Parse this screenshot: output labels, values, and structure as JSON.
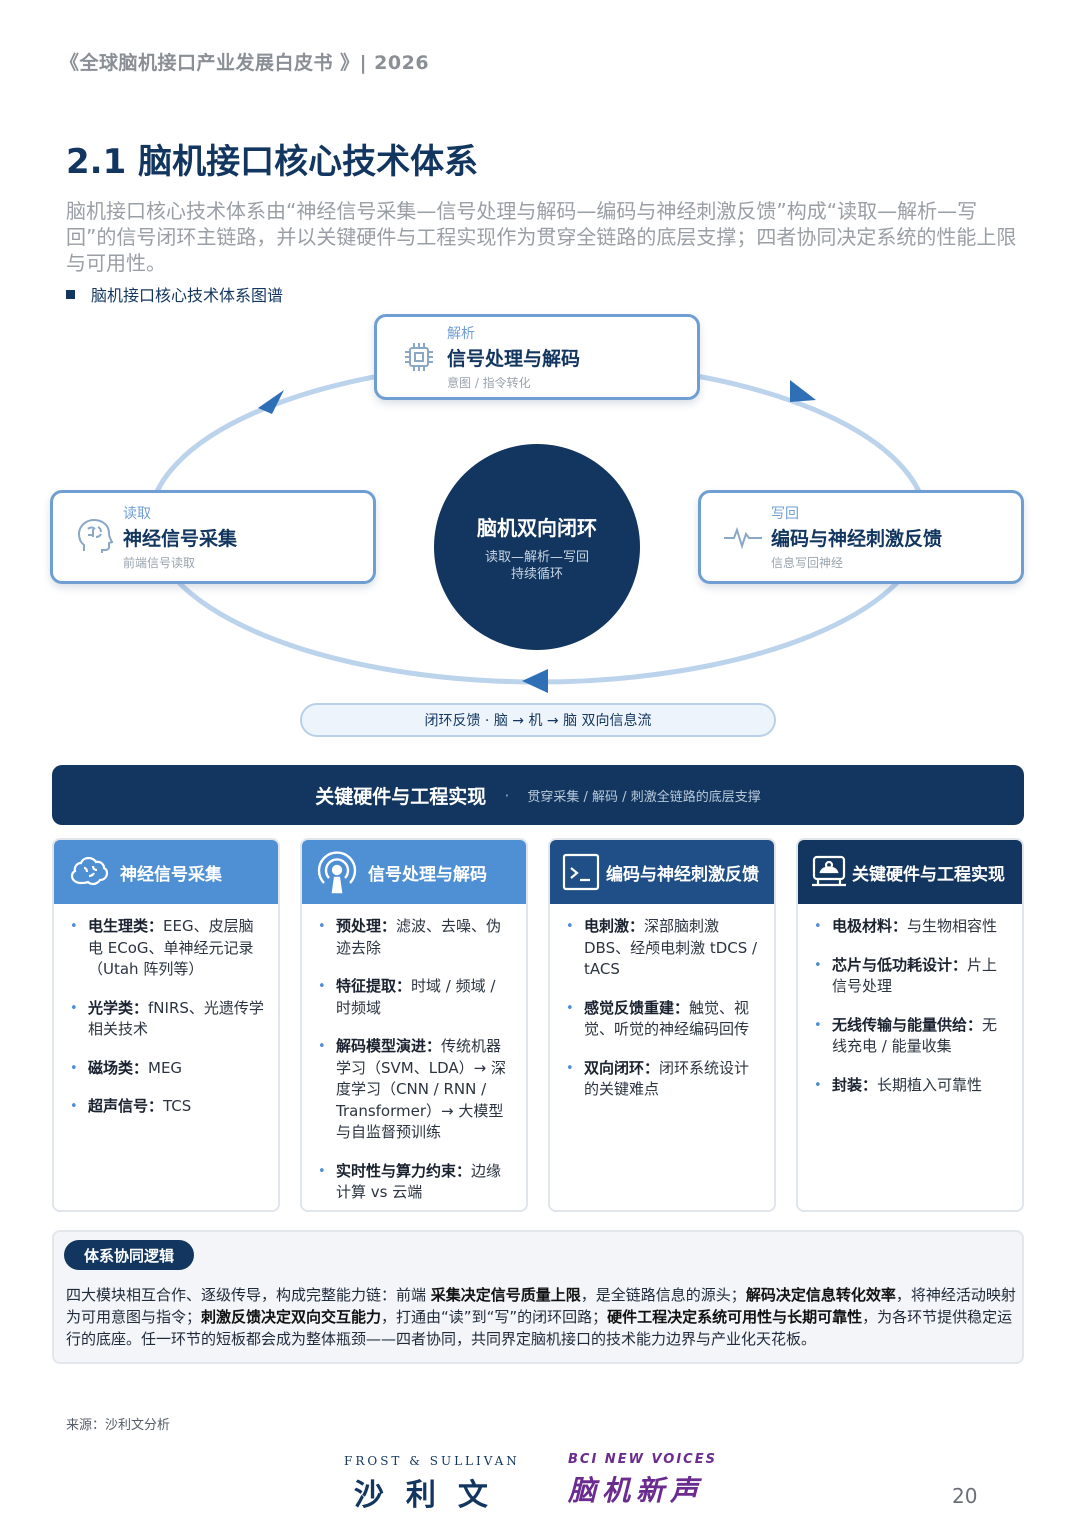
{
  "header": {
    "text": "《全球脑机接口产业发展白皮书 》| 2026"
  },
  "title": "2.1 脑机接口核心技术体系",
  "intro": "脑机接口核心技术体系由“神经信号采集—信号处理与解码—编码与神经刺激反馈”构成“读取—解析—写回”的信号闭环主链路，并以关键硬件与工程实现作为贯穿全链路的底层支撑；四者协同决定系统的性能上限与可用性。",
  "figure_caption": "脑机接口核心技术体系图谱",
  "diagram": {
    "top": {
      "tag": "解析",
      "name": "信号处理与解码",
      "sub": "意图 / 指令转化",
      "icon": "chip-icon"
    },
    "left": {
      "tag": "读取",
      "name": "神经信号采集",
      "sub": "前端信号读取",
      "icon": "brain-head-icon"
    },
    "right": {
      "tag": "写回",
      "name": "编码与神经刺激反馈",
      "sub": "信息写回神经",
      "icon": "waveform-icon"
    },
    "core": {
      "title": "脑机双向闭环",
      "sub1": "读取—解析—写回",
      "sub2": "持续循环"
    },
    "flow": "闭环反馈 · 脑 → 机 → 脑 双向信息流",
    "colors": {
      "ring": "#bcd3ec",
      "arrow": "#2f6fb5",
      "core": "#12365f"
    }
  },
  "band": {
    "title": "关键硬件与工程实现",
    "dot": "·",
    "sub": "贯穿采集 / 解码 / 刺激全链路的底层支撑"
  },
  "cards": [
    {
      "title": "神经信号采集",
      "icon": "brain-icon",
      "items": [
        {
          "key": "电生理类：",
          "text": "EEG、皮层脑电 ECoG、单神经元记录（Utah 阵列等）"
        },
        {
          "key": "光学类：",
          "text": "fNIRS、光遗传学相关技术"
        },
        {
          "key": "磁场类：",
          "text": "MEG"
        },
        {
          "key": "超声信号：",
          "text": "TCS"
        }
      ]
    },
    {
      "title": "信号处理与解码",
      "icon": "signal-icon",
      "items": [
        {
          "key": "预处理：",
          "text": "滤波、去噪、伪迹去除"
        },
        {
          "key": "特征提取：",
          "text": "时域 / 频域 / 时频域"
        },
        {
          "key": "解码模型演进：",
          "text": "传统机器学习（SVM、LDA）→ 深度学习（CNN / RNN / Transformer）→ 大模型与自监督预训练"
        },
        {
          "key": "实时性与算力约束：",
          "text": "边缘计算 vs 云端"
        }
      ]
    },
    {
      "title": "编码与神经刺激反馈",
      "icon": "terminal-icon",
      "items": [
        {
          "key": "电刺激：",
          "text": "深部脑刺激 DBS、经颅电刺激 tDCS / tACS"
        },
        {
          "key": "感觉反馈重建：",
          "text": "触觉、视觉、听觉的神经编码回传"
        },
        {
          "key": "双向闭环：",
          "text": "闭环系统设计的关键难点"
        }
      ]
    },
    {
      "title": "关键硬件与工程实现",
      "icon": "device-icon",
      "items": [
        {
          "key": "电极材料：",
          "text": "与生物相容性"
        },
        {
          "key": "芯片与低功耗设计：",
          "text": "片上信号处理"
        },
        {
          "key": "无线传输与能量供给：",
          "text": "无线充电 / 能量收集"
        },
        {
          "key": "封装：",
          "text": "长期植入可靠性"
        }
      ]
    }
  ],
  "synergy": {
    "tag": "体系协同逻辑",
    "segments": [
      {
        "bold": false,
        "text": "四大模块相互合作、逐级传导，构成完整能力链：前端 "
      },
      {
        "bold": true,
        "text": "采集决定信号质量上限"
      },
      {
        "bold": false,
        "text": "，是全链路信息的源头；"
      },
      {
        "bold": true,
        "text": "解码决定信息转化效率"
      },
      {
        "bold": false,
        "text": "，将神经活动映射为可用意图与指令；"
      },
      {
        "bold": true,
        "text": "刺激反馈决定双向交互能力"
      },
      {
        "bold": false,
        "text": "，打通由“读”到“写”的闭环回路；"
      },
      {
        "bold": true,
        "text": "硬件工程决定系统可用性与长期可靠性"
      },
      {
        "bold": false,
        "text": "，为各环节提供稳定运行的底座。任一环节的短板都会成为整体瓶颈——四者协同，共同界定脑机接口的技术能力边界与产业化天花板。"
      }
    ]
  },
  "footer": {
    "source": "来源：沙利文分析",
    "logo1_en": "FROST & SULLIVAN",
    "logo1_cn": "沙利文",
    "logo2_en": "BCI NEW VOICES",
    "logo2_cn": "脑机新声",
    "page": "20"
  }
}
